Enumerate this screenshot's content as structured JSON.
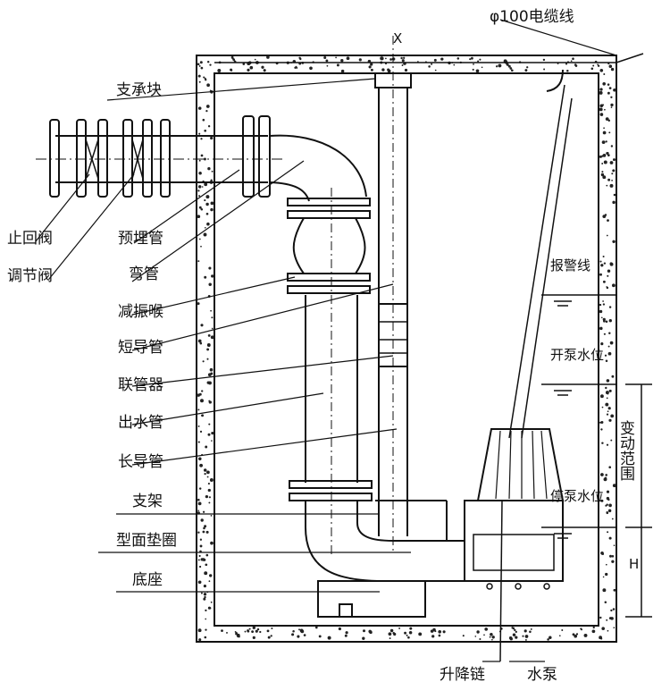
{
  "labels": {
    "cable": "φ100电缆线",
    "top_x": "X",
    "support_block": "支承块",
    "stop_valve": "止回阀",
    "adjust_valve": "调节阀",
    "embedded_pipe": "预埋管",
    "elbow": "弯管",
    "damping_joint": "减振喉",
    "short_guide": "短导管",
    "pipe_coupler": "联管器",
    "outlet_pipe": "出水管",
    "long_guide": "长导管",
    "bracket": "支架",
    "gasket": "型面垫圈",
    "base_seat": "底座",
    "lift_chain": "升降链",
    "pump": "水泵",
    "alarm_line": "报警线",
    "start_level": "开泵水位",
    "stop_level": "停泵水位",
    "range": "变动范围",
    "h_mark": "H"
  },
  "colors": {
    "ink": "#111111",
    "background": "#ffffff"
  }
}
